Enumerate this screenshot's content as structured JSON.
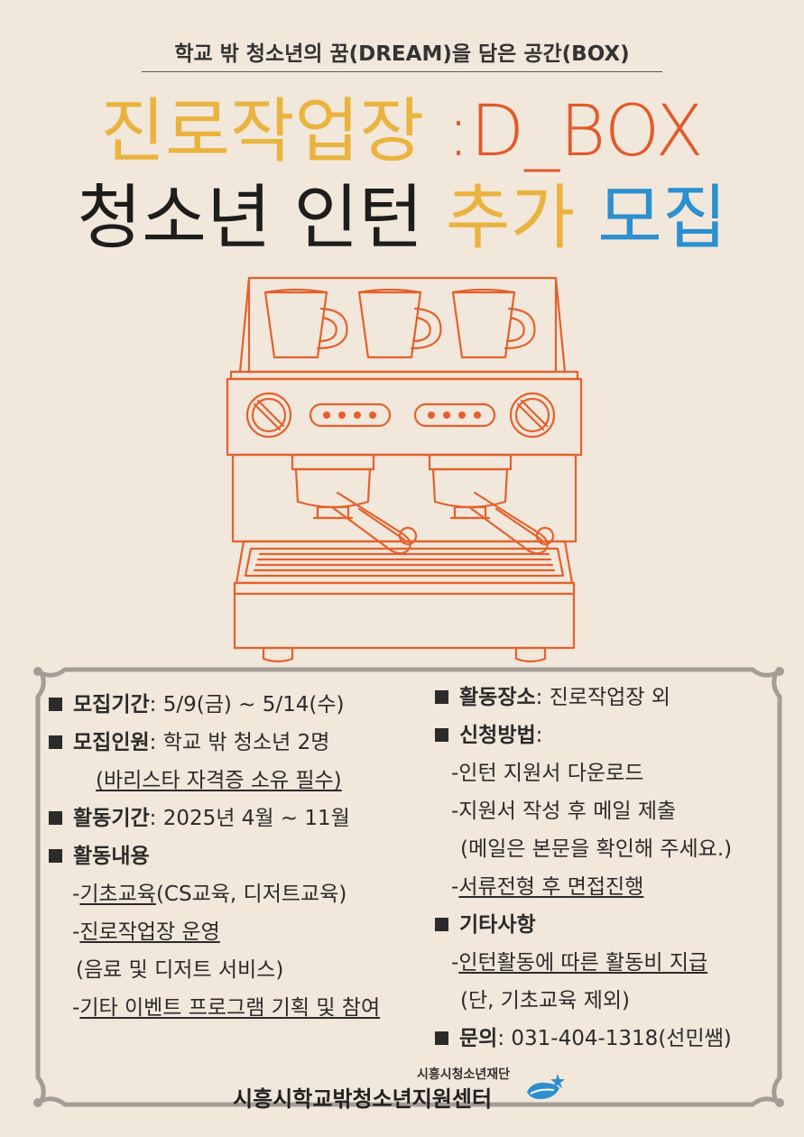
{
  "header": {
    "subtitle": "학교 밖 청소년의 꿈(DREAM)을 담은 공간(BOX)",
    "title_part1": "진로작업장 ",
    "title_part2": ":D_BOX",
    "title2_part1": "청소년 인턴 ",
    "title2_part2": "추가 ",
    "title2_part3": "모집"
  },
  "colors": {
    "background": "#f1e7da",
    "yellow": "#eab33f",
    "orange": "#e15a2b",
    "blue": "#2c8fd0",
    "frame": "#a49d96"
  },
  "illustration": {
    "icon": "espresso-machine-icon"
  },
  "left": {
    "period_label": "모집기간",
    "period_value": ": 5/9(금) ~ 5/14(수)",
    "count_label": "모집인원",
    "count_value": ": 학교 밖 청소년 2명",
    "count_note": "(바리스타 자격증 소유 필수)",
    "activity_period_label": "활동기간",
    "activity_period_value": ": 2025년 4월 ~ 11월",
    "content_label": "활동내용",
    "content_1_dash": "-",
    "content_1_ul": "기초교육",
    "content_1_rest": "(CS교육, 디저트교육)",
    "content_2_dash": "-",
    "content_2_ul": "진로작업장 운영",
    "content_2_note": "(음료 및 디저트 서비스)",
    "content_3_dash": "-",
    "content_3_ul": "기타 이벤트 프로그램 기획 및 참여"
  },
  "right": {
    "place_label": "활동장소",
    "place_value": ": 진로작업장 외",
    "apply_label": "신청방법",
    "apply_colon": ":",
    "apply_1": "-인턴 지원서 다운로드",
    "apply_2": "-지원서 작성 후 메일 제출",
    "apply_3": "(메일은 본문을 확인해 주세요.)",
    "apply_4_dash": "-",
    "apply_4_ul": "서류전형 후 면접진행",
    "etc_label": "기타사항",
    "etc_1_dash": "-",
    "etc_1_ul": "인턴활동에 따른 활동비 지급",
    "etc_2": "(단, 기초교육 제외)",
    "contact_label": "문의",
    "contact_value": ": 031-404-1318(선민쌤)"
  },
  "footer": {
    "org_small": "시흥시청소년재단",
    "org_main": "시흥시학교밖청소년지원센터"
  }
}
